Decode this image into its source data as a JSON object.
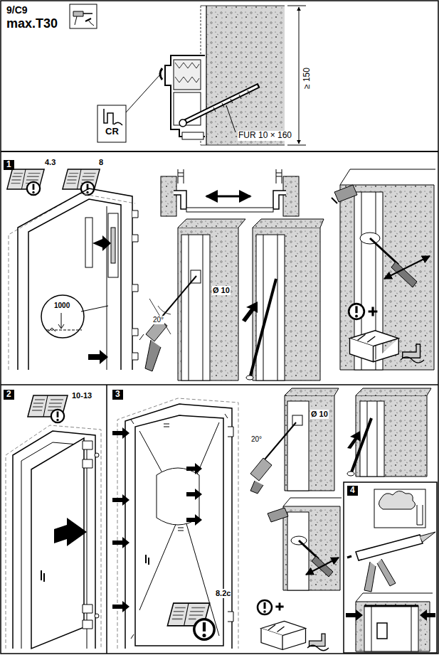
{
  "diagram": {
    "labels": [
      "9/C9",
      "max.T30",
      "≥ 150",
      "CR",
      "FUR 10 × 160",
      "1",
      "4.3",
      "8",
      "1000",
      "Ø 10",
      "20°",
      "2",
      "10-13",
      "3",
      "Ø 10",
      "20°",
      "8.2c",
      "4"
    ]
  }
}
